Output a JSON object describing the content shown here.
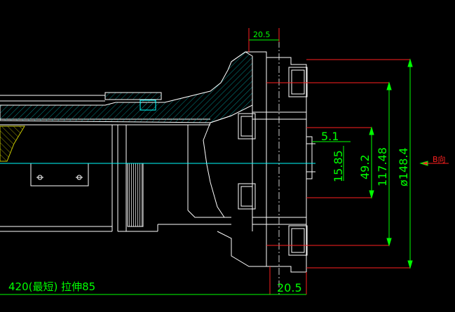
{
  "dimensions": {
    "top_width": "20.5",
    "bottom_width": "20.5",
    "d_5_1": "5.1",
    "d_15_85": "15.85",
    "d_49_2": "49.2",
    "d_117_48": "117.48",
    "d_148_4": "ø148.4"
  },
  "notes": {
    "length_note": "420(最短)  拉伸85",
    "view_label": "B向"
  },
  "colors": {
    "background": "#000000",
    "outline": "#ffffff",
    "hatch": "#00aaaa",
    "dimension": "#00ff00",
    "leader": "#ff2020",
    "centerline": "#00ffff"
  }
}
